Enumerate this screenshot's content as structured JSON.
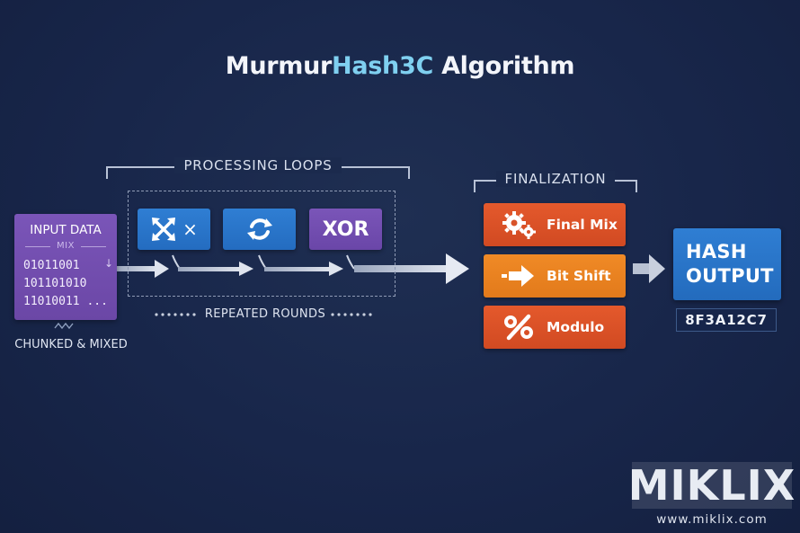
{
  "title": {
    "part1": "Murmur",
    "part2": "Hash3C",
    "part3": " Algorithm"
  },
  "input": {
    "title": "INPUT DATA",
    "sublabel": "MIX",
    "bits": [
      "01011001",
      "101101010",
      "11010011 ..."
    ],
    "caption": "CHUNKED & MIXED"
  },
  "processing": {
    "label": "PROCESSING LOOPS",
    "ops": [
      {
        "icon": "crossed-arrows-icon",
        "symbol": "×"
      },
      {
        "icon": "rotate-icon"
      },
      {
        "label": "XOR"
      }
    ],
    "rounds_label": "REPEATED ROUNDS"
  },
  "finalization": {
    "label": "FINALIZATION",
    "steps": [
      {
        "label": "Final Mix",
        "icon": "gears-icon",
        "color": "#e4592c"
      },
      {
        "label": "Bit Shift",
        "icon": "shift-arrow-icon",
        "color": "#f08a26"
      },
      {
        "label": "Modulo",
        "icon": "percent-icon",
        "color": "#e4592c"
      }
    ]
  },
  "output": {
    "title_line1": "HASH",
    "title_line2": "OUTPUT",
    "value": "8F3A12C7"
  },
  "watermark": {
    "brand": "MIKLIX",
    "url": "www.miklix.com"
  },
  "colors": {
    "background": "#1b2a4d",
    "blue": "#2f7ed3",
    "purple": "#7a55b8",
    "orange": "#f08a26",
    "red_orange": "#e4592c"
  }
}
